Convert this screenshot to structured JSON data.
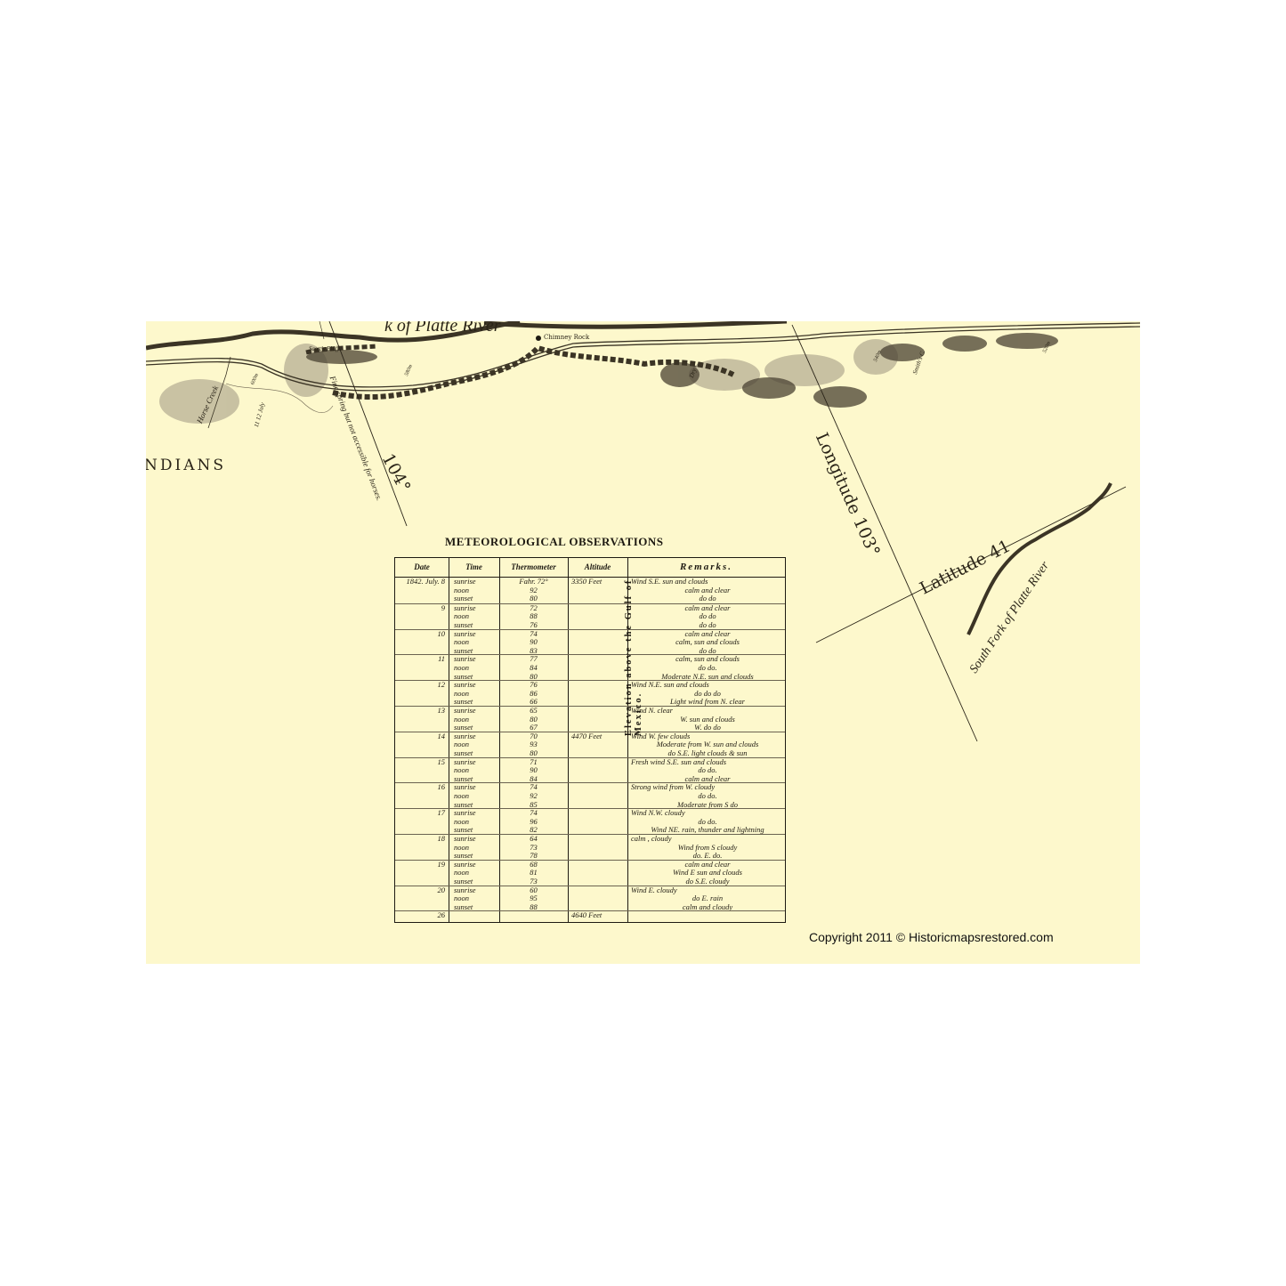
{
  "map": {
    "labels": {
      "river_north": "k of Platte River",
      "scotts_bluff": "Scott's Bluff",
      "chimney_rock": "Chimney Rock",
      "horse_creek": "Horse Creek",
      "july_note": "11 12 July",
      "mile_600": "600m",
      "mile_580": "580m",
      "mile_540": "540m",
      "mile_520": "520m",
      "dry_creek": "Dry C.",
      "smiths_creek": "Smith's C.",
      "spring_note": "Fine spring but not accessible for horses.",
      "indians": "NDIANS",
      "longitude_104": "104°",
      "longitude_103": "Longitude 103°",
      "latitude_41": "Latitude 41",
      "south_fork": "South Fork of Platte River"
    },
    "colors": {
      "paper": "#fdf8cc",
      "ink": "#2a2418",
      "hills": "#6e6552"
    }
  },
  "table": {
    "title": "METEOROLOGICAL OBSERVATIONS",
    "headers": [
      "Date",
      "Time",
      "Thermometer",
      "Altitude",
      "Remarks."
    ],
    "elevation_note": "Elevation above the Gulf of Mexico.",
    "groups": [
      {
        "date": "1842. July.  8",
        "altitude": "3350 Feet",
        "rows": [
          {
            "time": "sunrise",
            "temp": "Fahr. 72°",
            "remark": "Wind  S.E.  sun  and  clouds"
          },
          {
            "time": "noon",
            "temp": "92",
            "remark": "calm  and  clear"
          },
          {
            "time": "sunset",
            "temp": "80",
            "remark": "do          do"
          }
        ]
      },
      {
        "date": "9",
        "altitude": "",
        "rows": [
          {
            "time": "sunrise",
            "temp": "72",
            "remark": "calm  and  clear"
          },
          {
            "time": "noon",
            "temp": "88",
            "remark": "do          do"
          },
          {
            "time": "sunset",
            "temp": "76",
            "remark": "do          do"
          }
        ]
      },
      {
        "date": "10",
        "altitude": "",
        "rows": [
          {
            "time": "sunrise",
            "temp": "74",
            "remark": "calm  and  clear"
          },
          {
            "time": "noon",
            "temp": "90",
            "remark": "calm, sun  and  clouds"
          },
          {
            "time": "sunset",
            "temp": "83",
            "remark": "do          do"
          }
        ]
      },
      {
        "date": "11",
        "altitude": "",
        "rows": [
          {
            "time": "sunrise",
            "temp": "77",
            "remark": "calm, sun  and  clouds"
          },
          {
            "time": "noon",
            "temp": "84",
            "remark": "do          do."
          },
          {
            "time": "sunset",
            "temp": "80",
            "remark": "Moderate  N.E.   sun  and  clouds"
          }
        ]
      },
      {
        "date": "12",
        "altitude": "",
        "rows": [
          {
            "time": "sunrise",
            "temp": "76",
            "remark": "Wind  N.E.  sun  and  clouds"
          },
          {
            "time": "noon",
            "temp": "86",
            "remark": "do     do       do"
          },
          {
            "time": "sunset",
            "temp": "66",
            "remark": "Light wind from N. clear"
          }
        ]
      },
      {
        "date": "13",
        "altitude": "",
        "rows": [
          {
            "time": "sunrise",
            "temp": "65",
            "remark": "Wind  N.  clear"
          },
          {
            "time": "noon",
            "temp": "80",
            "remark": "W.  sun  and  clouds"
          },
          {
            "time": "sunset",
            "temp": "67",
            "remark": "W.  do       do"
          }
        ]
      },
      {
        "date": "14",
        "altitude": "4470 Feet",
        "rows": [
          {
            "time": "sunrise",
            "temp": "70",
            "remark": "Wind  W.  few  clouds"
          },
          {
            "time": "noon",
            "temp": "93",
            "remark": "Moderate  from  W.  sun  and  clouds"
          },
          {
            "time": "sunset",
            "temp": "80",
            "remark": "do          S.E. light clouds & sun"
          }
        ]
      },
      {
        "date": "15",
        "altitude": "",
        "rows": [
          {
            "time": "sunrise",
            "temp": "71",
            "remark": "Fresh wind S.E. sun  and  clouds"
          },
          {
            "time": "noon",
            "temp": "90",
            "remark": "do             do."
          },
          {
            "time": "sunset",
            "temp": "84",
            "remark": "calm  and  clear"
          }
        ]
      },
      {
        "date": "16",
        "altitude": "",
        "rows": [
          {
            "time": "sunrise",
            "temp": "74",
            "remark": "Strong wind  from  W.  cloudy"
          },
          {
            "time": "noon",
            "temp": "92",
            "remark": "do             do."
          },
          {
            "time": "sunset",
            "temp": "85",
            "remark": "Moderate  from  S          do"
          }
        ]
      },
      {
        "date": "17",
        "altitude": "",
        "rows": [
          {
            "time": "sunrise",
            "temp": "74",
            "remark": "Wind   N.W.      cloudy"
          },
          {
            "time": "noon",
            "temp": "96",
            "remark": "do          do."
          },
          {
            "time": "sunset",
            "temp": "82",
            "remark": "Wind NE.  rain,  thunder and lightning"
          }
        ]
      },
      {
        "date": "18",
        "altitude": "",
        "rows": [
          {
            "time": "sunrise",
            "temp": "64",
            "remark": "calm ,  cloudy"
          },
          {
            "time": "noon",
            "temp": "73",
            "remark": "Wind  from  S   cloudy"
          },
          {
            "time": "sunset",
            "temp": "78",
            "remark": "do.      E.    do."
          }
        ]
      },
      {
        "date": "19",
        "altitude": "",
        "rows": [
          {
            "time": "sunrise",
            "temp": "68",
            "remark": "calm  and  clear"
          },
          {
            "time": "noon",
            "temp": "81",
            "remark": "Wind  E  sun  and  clouds"
          },
          {
            "time": "sunset",
            "temp": "73",
            "remark": "do  S.E.    cloudy"
          }
        ]
      },
      {
        "date": "20",
        "altitude": "",
        "rows": [
          {
            "time": "sunrise",
            "temp": "60",
            "remark": "Wind  E.   cloudy"
          },
          {
            "time": "noon",
            "temp": "95",
            "remark": "do  E.    rain"
          },
          {
            "time": "sunset",
            "temp": "88",
            "remark": "calm  and  cloudy"
          }
        ]
      },
      {
        "date": "26",
        "altitude": "4640 Feet",
        "rows": []
      }
    ]
  },
  "copyright": "Copyright 2011 ©  Historicmapsrestored.com"
}
